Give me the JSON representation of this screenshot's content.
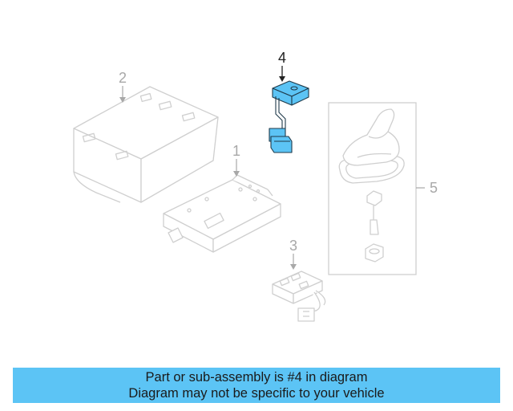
{
  "callouts": {
    "part1": "1",
    "part2": "2",
    "part3": "3",
    "part4": "4",
    "part5": "5"
  },
  "banner": {
    "line1": "Part or sub-assembly is #4 in diagram",
    "line2": "Diagram may not be specific to your vehicle"
  },
  "colors": {
    "highlight": "#5cc4f5",
    "line_gray": "#cfcfcf",
    "callout_gray": "#a8a8a8",
    "callout_active": "#222222",
    "banner_bg": "#5cc4f5"
  }
}
